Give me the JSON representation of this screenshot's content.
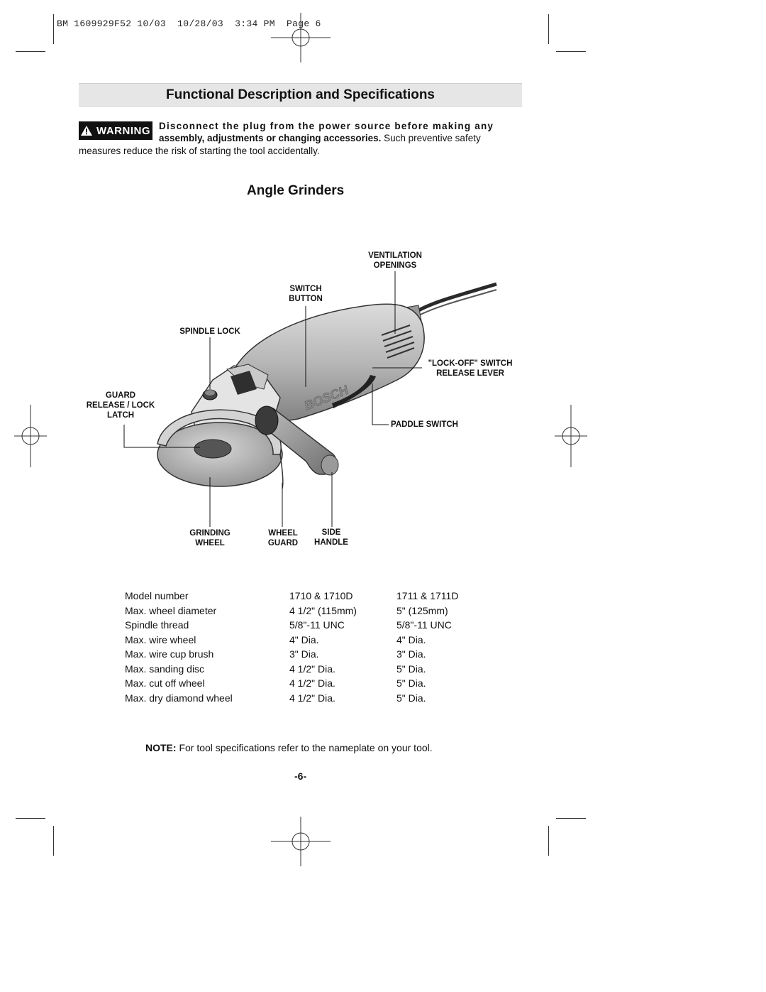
{
  "slug": "BM 1609929F52 10/03  10/28/03  3:34 PM  Page 6",
  "section_title": "Functional Description and Specifications",
  "warning": {
    "badge": "WARNING",
    "line1": "Disconnect the plug from the power source before making any",
    "line2_bold": "assembly, adjustments or changing accessories.",
    "line2_rest": " Such preventive safety",
    "line3": "measures reduce the risk of starting the tool accidentally."
  },
  "figure_title": "Angle Grinders",
  "figure": {
    "brand": "BOSCH",
    "callouts": {
      "ventilation": [
        "VENTILATION",
        "OPENINGS"
      ],
      "switch_button": [
        "SWITCH",
        "BUTTON"
      ],
      "spindle_lock": [
        "SPINDLE LOCK"
      ],
      "lockoff": [
        "\"LOCK-OFF\" SWITCH",
        "RELEASE LEVER"
      ],
      "guard_latch": [
        "GUARD",
        "RELEASE / LOCK",
        "LATCH"
      ],
      "paddle": [
        "PADDLE SWITCH"
      ],
      "grinding_wheel": [
        "GRINDING",
        "WHEEL"
      ],
      "wheel_guard": [
        "WHEEL",
        "GUARD"
      ],
      "side_handle": [
        "SIDE",
        "HANDLE"
      ]
    }
  },
  "specs": [
    [
      "Model number",
      "1710 & 1710D",
      "1711 & 1711D"
    ],
    [
      "Max. wheel diameter",
      "4 1/2\" (115mm)",
      "5\" (125mm)"
    ],
    [
      "Spindle thread",
      "5/8\"-11 UNC",
      "5/8\"-11 UNC"
    ],
    [
      "Max. wire wheel",
      "4\" Dia.",
      "4\" Dia."
    ],
    [
      "Max. wire cup brush",
      "3\" Dia.",
      "3\" Dia."
    ],
    [
      "Max. sanding disc",
      "4 1/2\" Dia.",
      "5\" Dia."
    ],
    [
      "Max. cut off wheel",
      "4 1/2\" Dia.",
      "5\" Dia."
    ],
    [
      "Max. dry diamond wheel",
      "4 1/2\" Dia.",
      "5\" Dia."
    ]
  ],
  "note_label": "NOTE:",
  "note_text": " For tool specifications refer to the nameplate on your tool.",
  "page_number": "-6-"
}
